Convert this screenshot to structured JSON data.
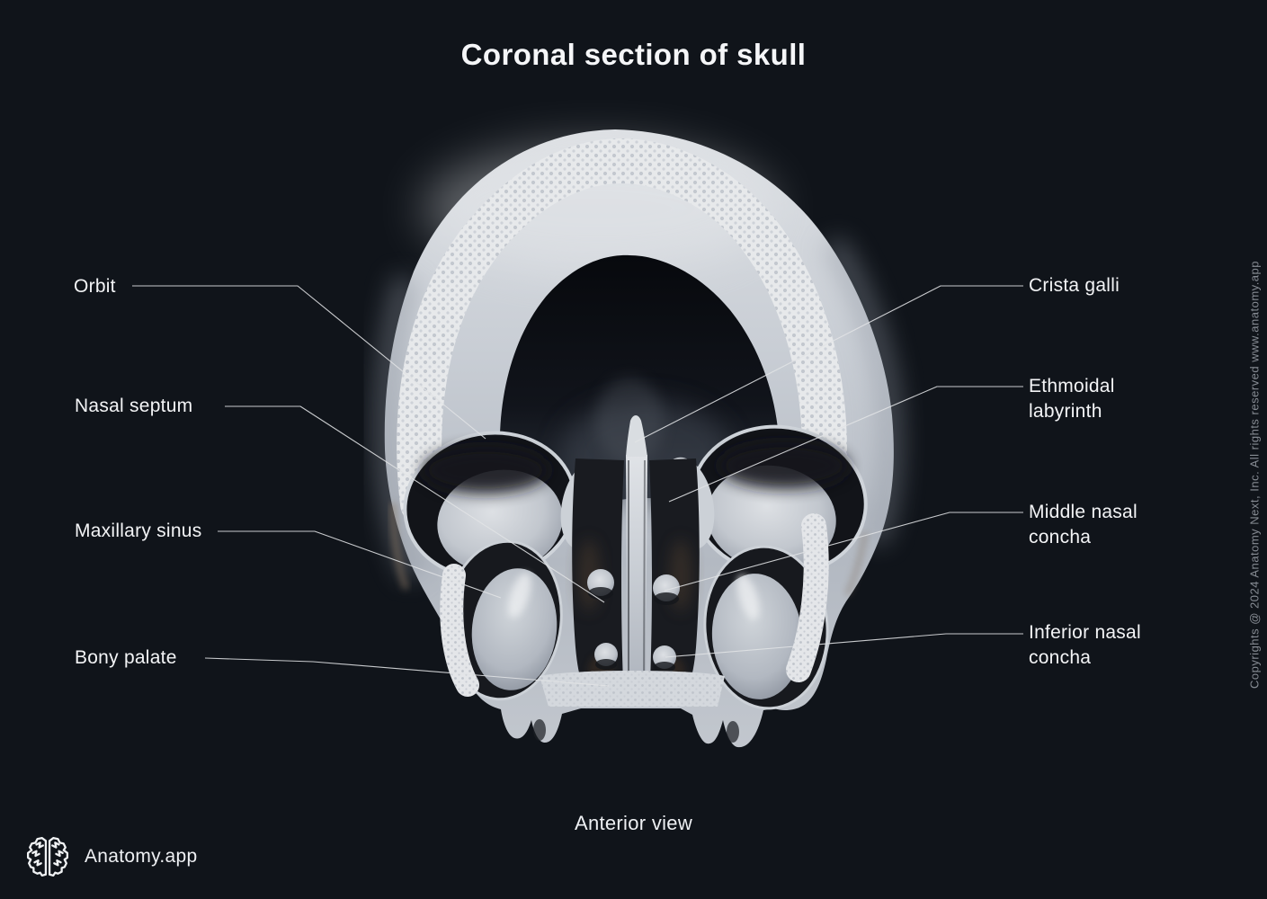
{
  "title": "Coronal section of skull",
  "view_caption": "Anterior view",
  "watermark": "Copyrights @ 2024 Anatomy Next, Inc. All rights reserved www.anatomy.app",
  "brand": {
    "name": "Anatomy.app",
    "icon": "brain-icon"
  },
  "colors": {
    "background": "#10141a",
    "label_text": "#f3f4f6",
    "leader_line": "#e2e4e6",
    "watermark_text": "#868b93",
    "bone_light": "#d9dcdf",
    "bone_mid": "#b9bec6",
    "cavity_dark": "#0b0d12"
  },
  "labels": {
    "left": [
      {
        "id": "orbit",
        "text": "Orbit"
      },
      {
        "id": "nasal-septum",
        "text": "Nasal septum"
      },
      {
        "id": "maxillary-sinus",
        "text": "Maxillary sinus"
      },
      {
        "id": "bony-palate",
        "text": "Bony palate"
      }
    ],
    "right": [
      {
        "id": "crista-galli",
        "text": "Crista galli"
      },
      {
        "id": "ethmoidal-labyrinth",
        "text": "Ethmoidal labyrinth"
      },
      {
        "id": "middle-nasal-concha",
        "text": "Middle nasal concha"
      },
      {
        "id": "inferior-nasal-concha",
        "text": "Inferior nasal concha"
      }
    ]
  },
  "illustration": {
    "subject": "3D coronal section of human skull",
    "view": "anterior"
  }
}
